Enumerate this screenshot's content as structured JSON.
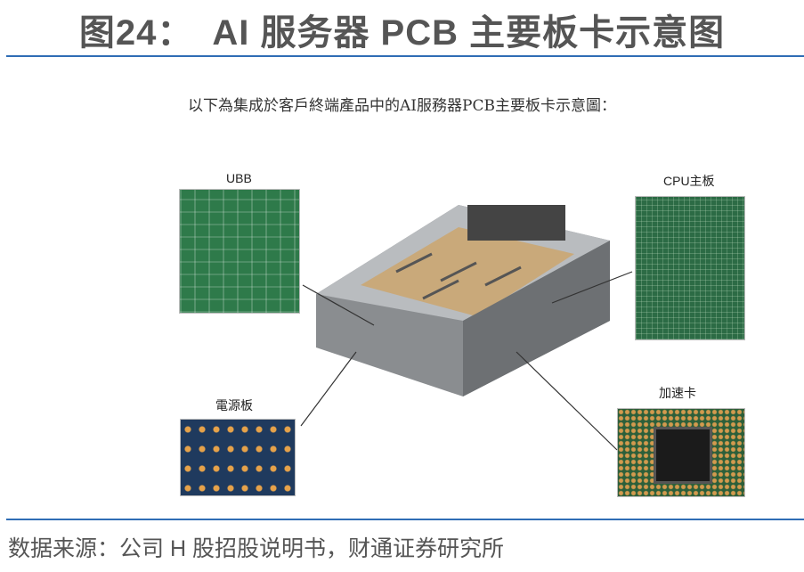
{
  "title": "图24：　AI 服务器 PCB 主要板卡示意图",
  "subtitle": "以下為集成於客戶終端產品中的AI服務器PCB主要板卡示意圖：",
  "labels": {
    "ubb": "UBB",
    "cpu": "CPU主板",
    "power": "電源板",
    "accelerator": "加速卡"
  },
  "source": "数据来源：公司 H 股招股说明书，财通证券研究所",
  "colors": {
    "rule": "#2f6db5",
    "title": "#555555"
  }
}
